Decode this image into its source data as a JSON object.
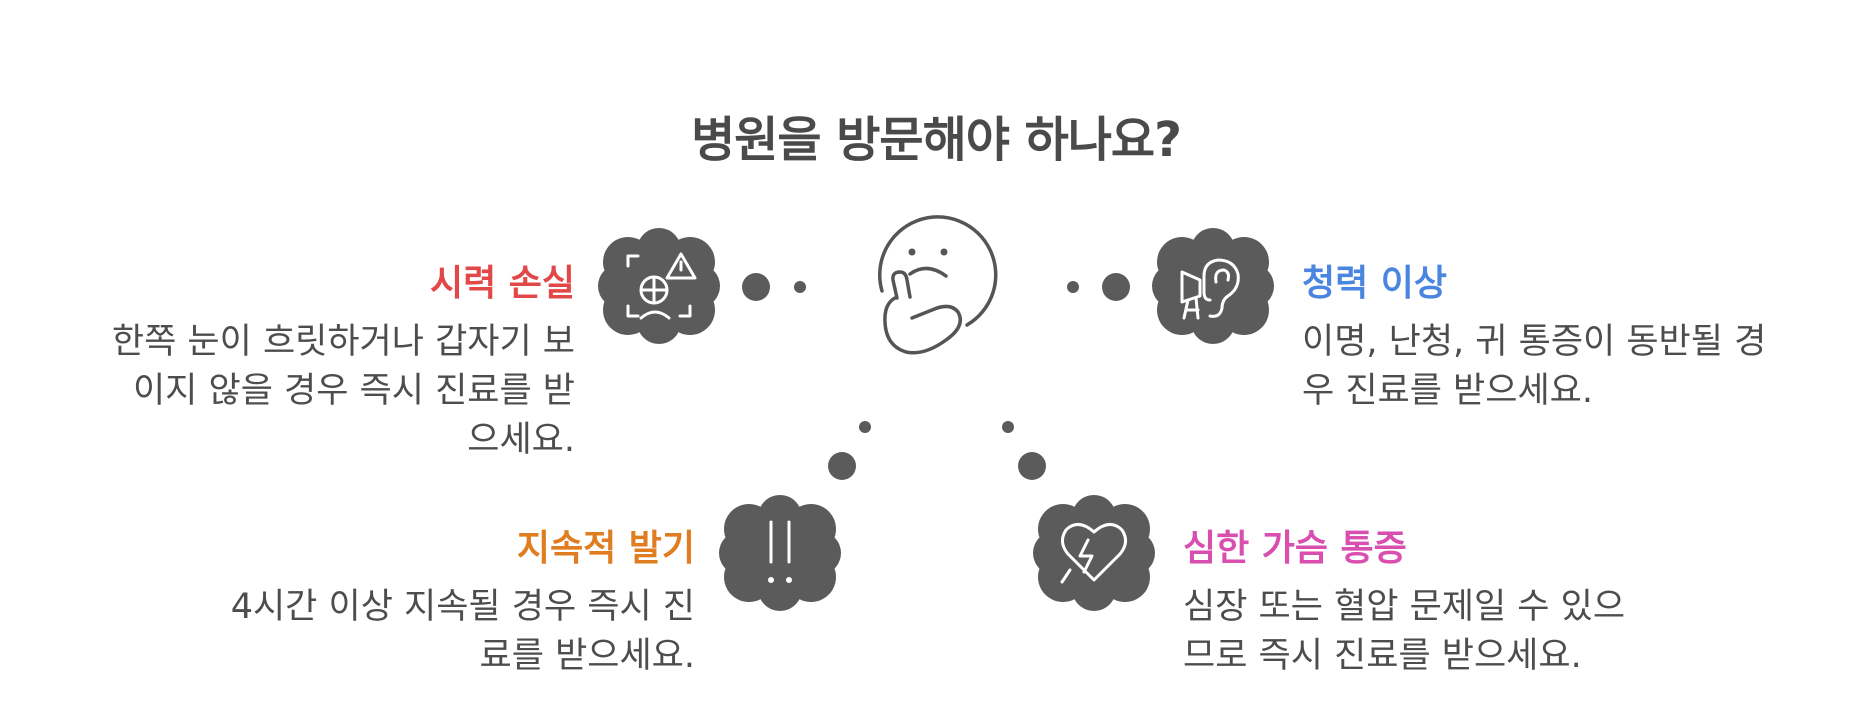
{
  "title": "병원을 방문해야 하나요?",
  "items": [
    {
      "heading": "시력 손실",
      "color": "#e34848",
      "icon": "vision-loss-icon",
      "desc_lines": [
        "한쪽 눈이 흐릿하거나 갑자기 보",
        "이지 않을 경우 즉시 진료를 받",
        "으세요."
      ]
    },
    {
      "heading": "청력 이상",
      "color": "#4a86e0",
      "icon": "hearing-ear-icon",
      "desc_lines": [
        "이명, 난청, 귀 통증이 동반될 경",
        "우 진료를 받으세요."
      ]
    },
    {
      "heading": "지속적 발기",
      "color": "#e07d20",
      "icon": "exclamation-icon",
      "desc_lines": [
        "4시간 이상 지속될 경우 즉시 진",
        "료를 받으세요."
      ]
    },
    {
      "heading": "심한 가슴 통증",
      "color": "#d94fb0",
      "icon": "heart-pain-icon",
      "desc_lines": [
        "심장 또는 혈압 문제일 수 있으",
        "므로 즉시 진료를 받으세요."
      ]
    }
  ],
  "center_icon": "thinking-face-icon",
  "colors": {
    "blob": "#5b5b5b",
    "text": "#4d4d4d"
  }
}
